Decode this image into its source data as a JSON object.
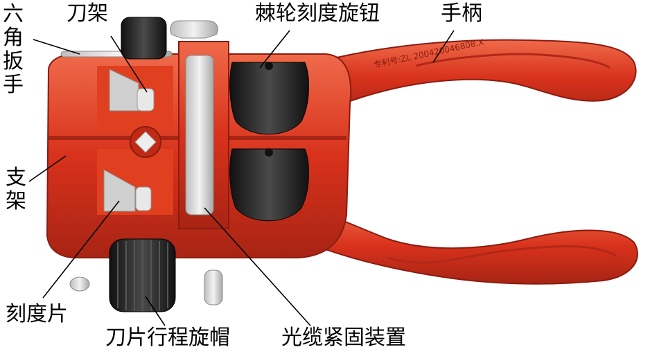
{
  "labels": {
    "hex_wrench": "六角扳手",
    "blade_holder": "刀架",
    "ratchet_knob": "棘轮刻度旋钮",
    "handle": "手柄",
    "bracket": "支架",
    "scale_plate": "刻度片",
    "blade_travel_cap": "刀片行程旋帽",
    "cable_clamp": "光缆紧固装置"
  },
  "handle_engraving": "专利号:ZL 200420046808.X",
  "colors": {
    "body": "#d8321c",
    "body_dark": "#a82414",
    "body_light": "#ef6a4a",
    "knob": "#2a2a2a",
    "metal": "#d8d8d8"
  }
}
